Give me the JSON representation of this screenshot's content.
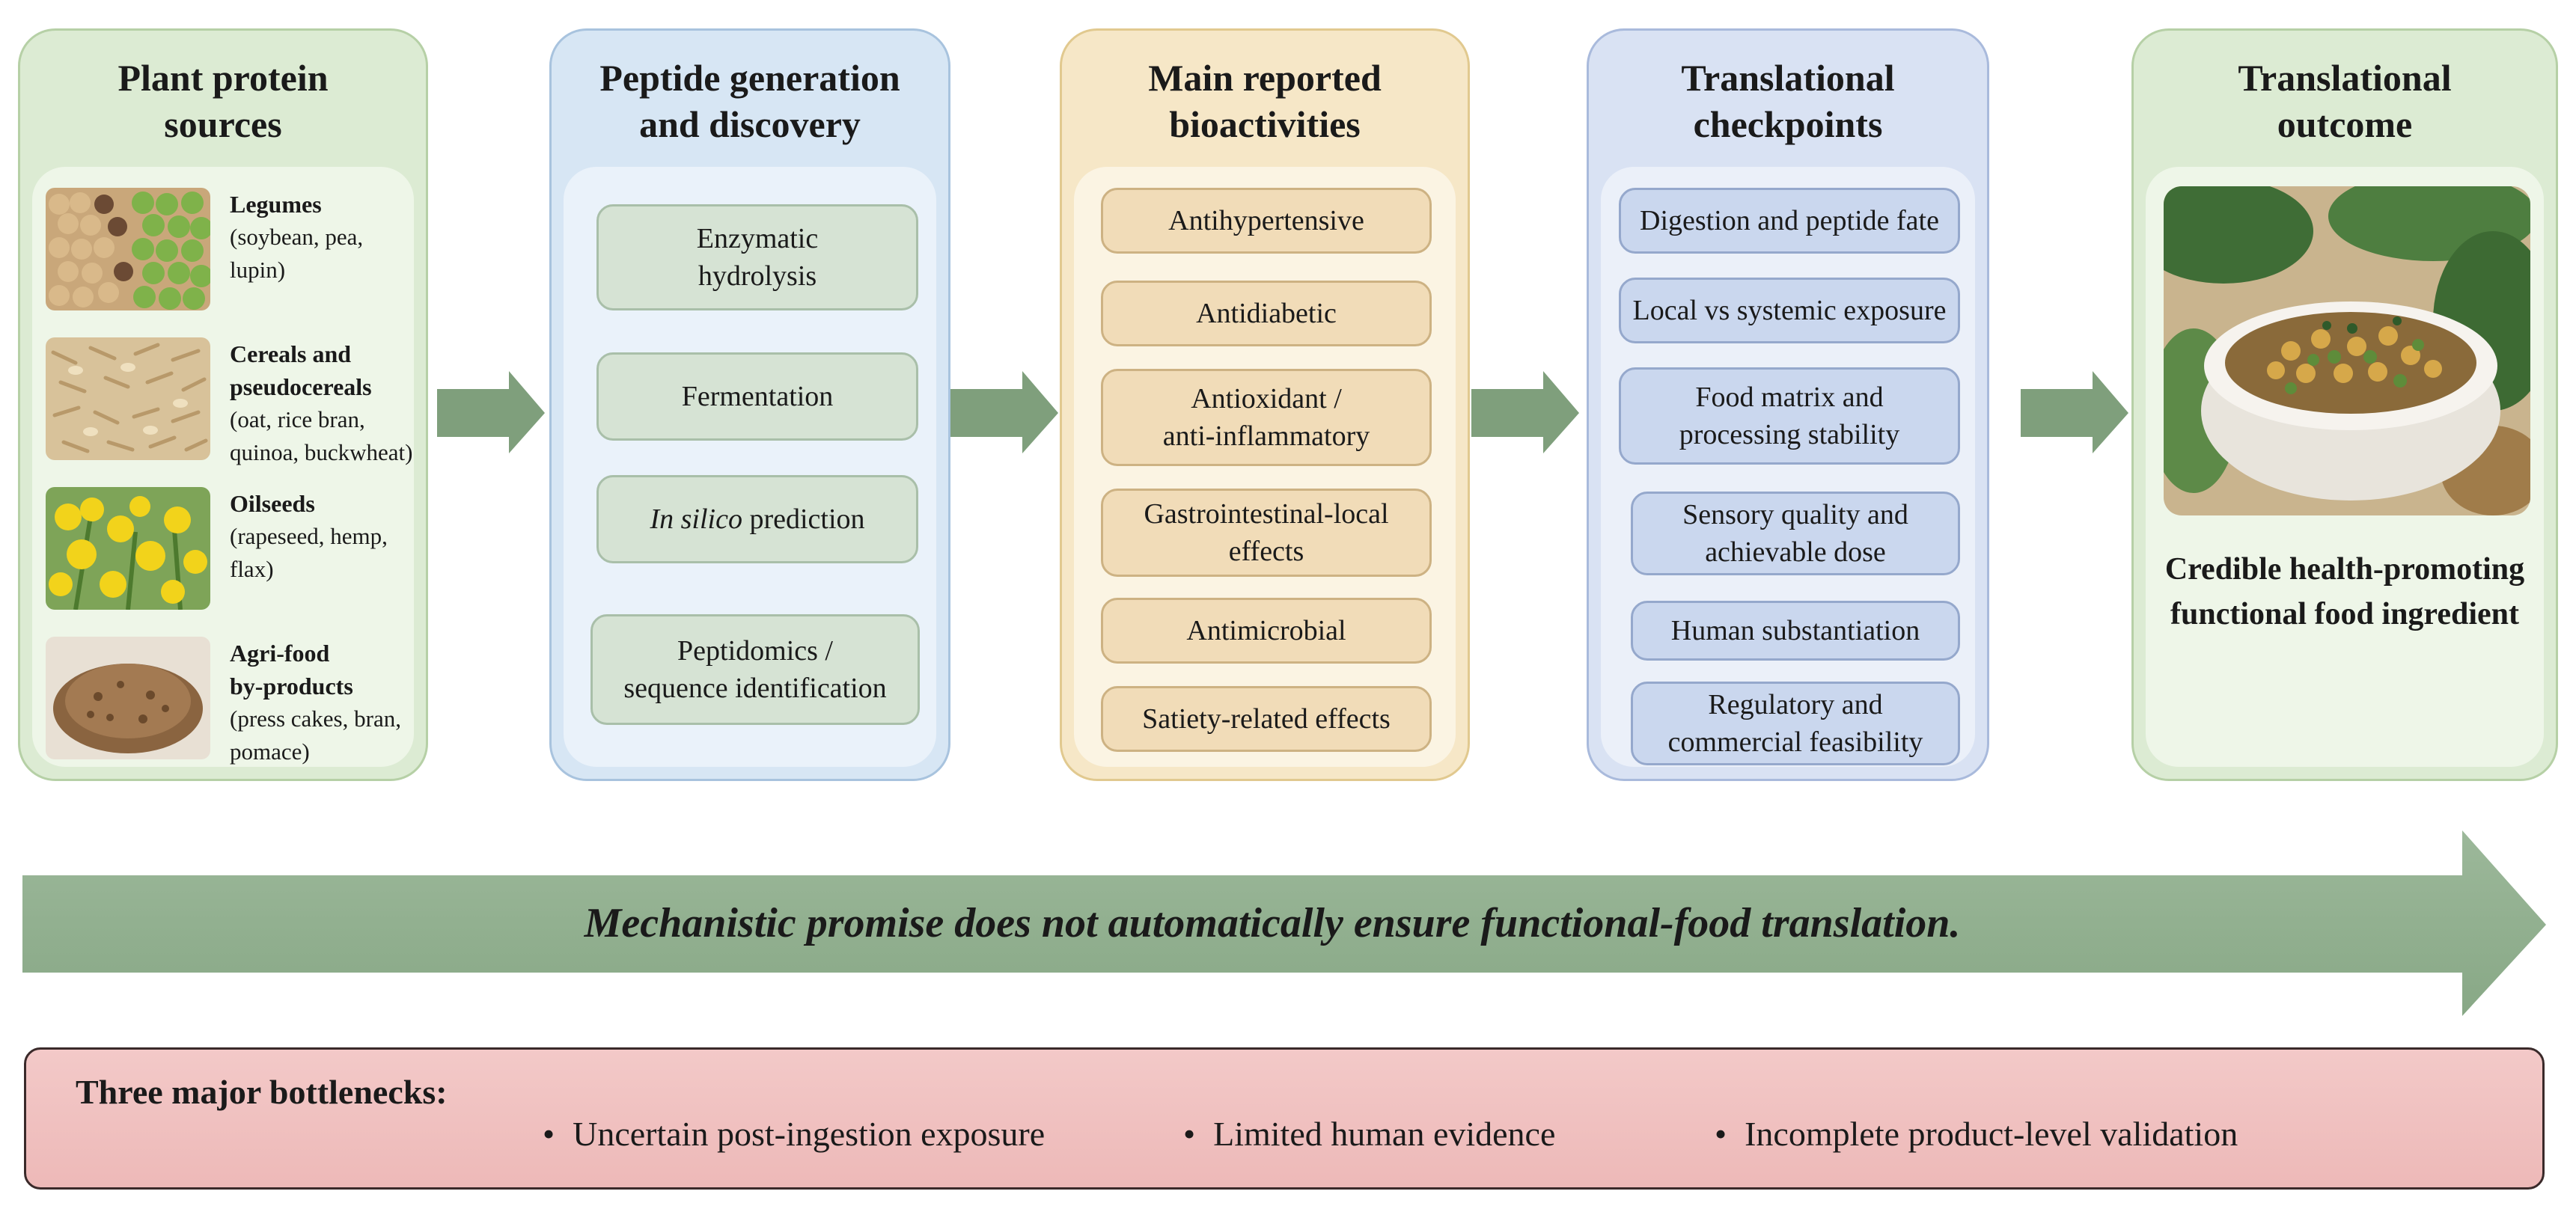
{
  "columns": {
    "sources": {
      "title": "Plant protein\nsources",
      "items": [
        {
          "name": "Legumes",
          "detail": "(soybean, pea,\nlupin)"
        },
        {
          "name": "Cereals and\npseudocereals",
          "detail": "(oat, rice bran,\nquinoa, buckwheat)"
        },
        {
          "name": "Oilseeds",
          "detail": "(rapeseed, hemp,\nflax)"
        },
        {
          "name": "Agri-food\nby-products",
          "detail": "(press cakes, bran,\npomace)"
        }
      ]
    },
    "generation": {
      "title": "Peptide generation\nand discovery",
      "items": [
        "Enzymatic\nhydrolysis",
        "Fermentation",
        "In silico prediction",
        "Peptidomics /\nsequence identification"
      ]
    },
    "bioactivities": {
      "title": "Main reported\nbioactivities",
      "items": [
        "Antihypertensive",
        "Antidiabetic",
        "Antioxidant /\nanti-inflammatory",
        "Gastrointestinal-local\neffects",
        "Antimicrobial",
        "Satiety-related effects"
      ]
    },
    "checkpoints": {
      "title": "Translational\ncheckpoints",
      "items": [
        "Digestion and peptide fate",
        "Local vs systemic exposure",
        "Food matrix and\nprocessing stability",
        "Sensory quality and\nachievable dose",
        "Human substantiation",
        "Regulatory and\ncommercial feasibility"
      ]
    },
    "outcome": {
      "title": "Translational\noutcome",
      "text": "Credible health-promoting\nfunctional food ingredient"
    }
  },
  "banner": "Mechanistic promise does not automatically ensure functional-food translation.",
  "bottlenecks": {
    "title": "Three major bottlenecks:",
    "items": [
      "Uncertain post-ingestion exposure",
      "Limited human evidence",
      "Incomplete product-level validation"
    ]
  },
  "colors": {
    "green": "#7f9f7c",
    "bottleneck": "#edb9b8"
  }
}
